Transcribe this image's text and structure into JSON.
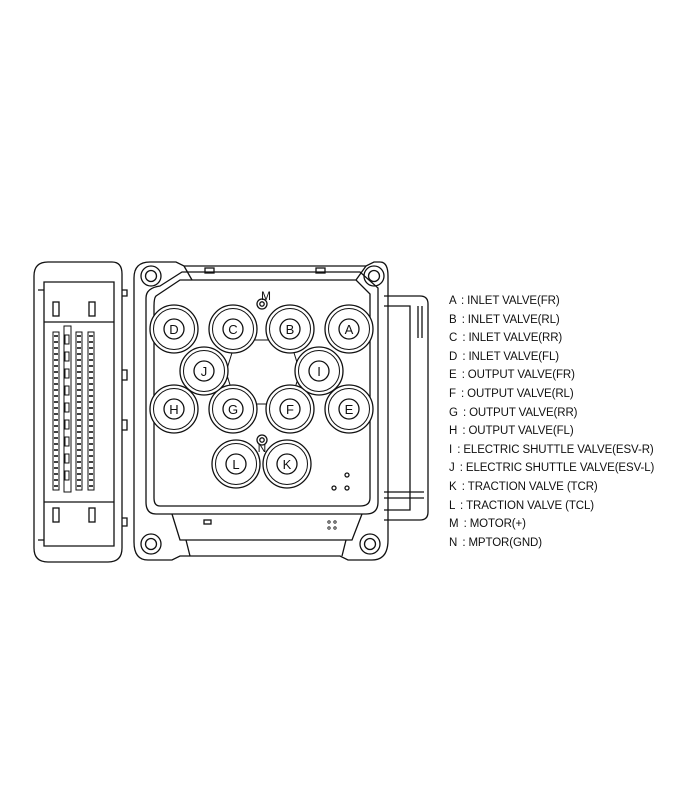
{
  "diagram": {
    "valves": [
      {
        "id": "A",
        "label": "A"
      },
      {
        "id": "B",
        "label": "B"
      },
      {
        "id": "C",
        "label": "C"
      },
      {
        "id": "D",
        "label": "D"
      },
      {
        "id": "E",
        "label": "E"
      },
      {
        "id": "F",
        "label": "F"
      },
      {
        "id": "G",
        "label": "G"
      },
      {
        "id": "H",
        "label": "H"
      },
      {
        "id": "I",
        "label": "I"
      },
      {
        "id": "J",
        "label": "J"
      },
      {
        "id": "K",
        "label": "K"
      },
      {
        "id": "L",
        "label": "L"
      }
    ],
    "motor_plus_label": "M",
    "motor_gnd_label": "N"
  },
  "legend": [
    {
      "key": "A",
      "sep": ":",
      "text": "INLET VALVE(FR)"
    },
    {
      "key": "B",
      "sep": ":",
      "text": "INLET VALVE(RL)"
    },
    {
      "key": "C",
      "sep": ":",
      "text": "INLET VALVE(RR)"
    },
    {
      "key": "D",
      "sep": ":",
      "text": "INLET VALVE(FL)"
    },
    {
      "key": "E",
      "sep": ":",
      "text": "OUTPUT VALVE(FR)"
    },
    {
      "key": "F",
      "sep": ":",
      "text": "OUTPUT VALVE(RL)"
    },
    {
      "key": "G",
      "sep": ":",
      "text": "OUTPUT VALVE(RR)"
    },
    {
      "key": "H",
      "sep": ":",
      "text": "OUTPUT VALVE(FL)"
    },
    {
      "key": "I",
      "sep": ":",
      "text": "ELECTRIC SHUTTLE VALVE(ESV-R)"
    },
    {
      "key": "J",
      "sep": ":",
      "text": "ELECTRIC SHUTTLE VALVE(ESV-L)"
    },
    {
      "key": "K",
      "sep": ":",
      "text": "TRACTION VALVE (TCR)"
    },
    {
      "key": "L",
      "sep": ":",
      "text": "TRACTION VALVE (TCL)"
    },
    {
      "key": "M",
      "sep": ":",
      "text": "MOTOR(+)"
    },
    {
      "key": "N",
      "sep": ":",
      "text": "MPTOR(GND)"
    }
  ]
}
